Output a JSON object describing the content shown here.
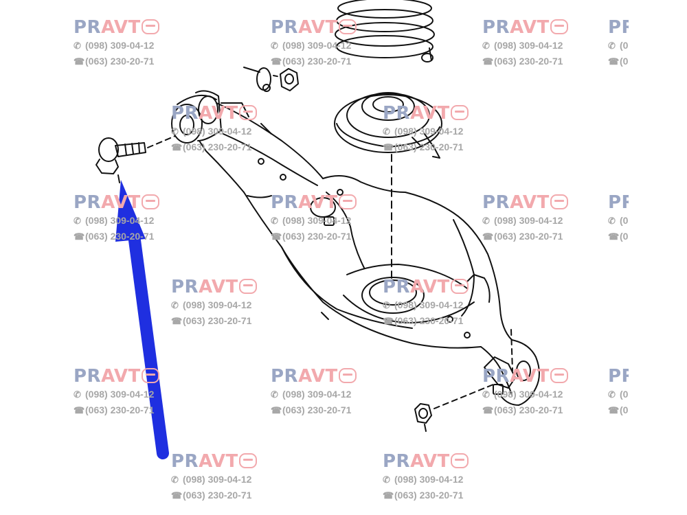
{
  "watermark": {
    "logo_left": "PR",
    "logo_right": "AVT",
    "phone_viber": "(098) 309-04-12",
    "phone_call": "(063) 230-20-71",
    "viber_icon": "viber-icon",
    "phone_icon": "phone-icon",
    "logo_gray": "#9aa6c4",
    "logo_red": "#f2a9ad"
  },
  "arrow": {
    "color": "#1f2fe0"
  }
}
